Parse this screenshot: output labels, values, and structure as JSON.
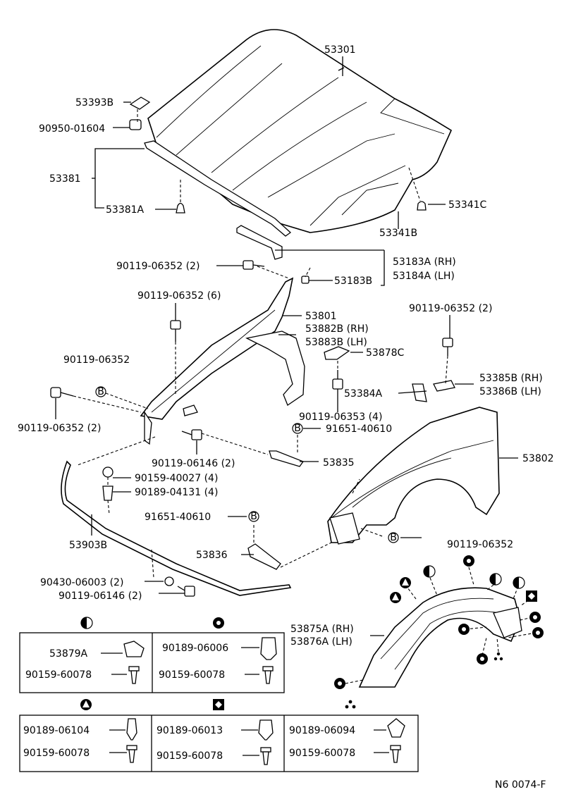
{
  "labels": {
    "l53301": "53301",
    "l53393B": "53393B",
    "l90950_01604": "90950-01604",
    "l53381": "53381",
    "l53381A": "53381A",
    "l53341C": "53341C",
    "l53341B": "53341B",
    "l53183A": "53183A (RH)",
    "l53184A": "53184A (LH)",
    "l90119_06352_2a": "90119-06352 (2)",
    "l53183B": "53183B",
    "l90119_06352_6": "90119-06352 (6)",
    "l53801": "53801",
    "l53882B": "53882B (RH)",
    "l53883B": "53883B (LH)",
    "l90119_06352_2b": "90119-06352 (2)",
    "l90119_06352_a": "90119-06352",
    "l53878C": "53878C",
    "l53385B": "53385B (RH)",
    "l53386B": "53386B (LH)",
    "l53384A": "53384A",
    "l90119_06352_2c": "90119-06352 (2)",
    "l90119_06353": "90119-06353 (4)",
    "l91651_40610a": "91651-40610",
    "l90119_06146a": "90119-06146 (2)",
    "l53802": "53802",
    "l53835": "53835",
    "l90159_40027": "90159-40027 (4)",
    "l90189_04131": "90189-04131 (4)",
    "l91651_40610b": "91651-40610",
    "l53903B": "53903B",
    "l53836": "53836",
    "l90119_06352_b": "90119-06352",
    "l90430_06003": "90430-06003 (2)",
    "l90119_06146b": "90119-06146 (2)",
    "l53875A": "53875A (RH)",
    "l53876A": "53876A (LH)",
    "code": "N6 0074-F"
  },
  "callout_letter": "B",
  "legend": {
    "half_circle": {
      "clip": "53879A",
      "screw": "90159-60078"
    },
    "dot_circle": {
      "clip": "90189-06006",
      "screw": "90159-60078"
    },
    "triangle": {
      "clip": "90189-06104",
      "screw": "90159-60078"
    },
    "diamond": {
      "clip": "90189-06013",
      "screw": "90159-60078"
    },
    "three_dots": {
      "clip": "90189-06094",
      "screw": "90159-60078"
    }
  },
  "icons": [
    "half-circle-symbol",
    "dot-circle-symbol",
    "triangle-symbol",
    "diamond-symbol",
    "three-dots-symbol",
    "b-callout-symbol"
  ]
}
